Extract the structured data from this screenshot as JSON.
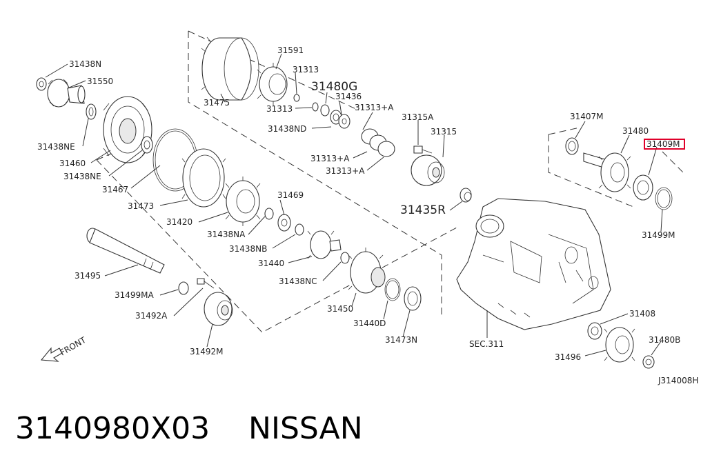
{
  "labels": {
    "l_31438N": "31438N",
    "l_31550": "31550",
    "l_31438NE": "31438NE",
    "l_31460": "31460",
    "l_31438NE_b": "31438NE",
    "l_31467": "31467",
    "l_31473": "31473",
    "l_31475": "31475",
    "l_31591": "31591",
    "l_31313_a": "31313",
    "l_31313_b": "31313",
    "l_31480G": "31480G",
    "l_31436": "31436",
    "l_31313A_top": "31313+A",
    "l_31438ND": "31438ND",
    "l_31313A_mid": "31313+A",
    "l_31313A_bot": "31313+A",
    "l_31315A": "31315A",
    "l_31315": "31315",
    "l_31420": "31420",
    "l_31469": "31469",
    "l_31438NA": "31438NA",
    "l_31438NB": "31438NB",
    "l_31440": "31440",
    "l_31435R": "31435R",
    "l_31495": "31495",
    "l_31438NC": "31438NC",
    "l_31499MA": "31499MA",
    "l_31450": "31450",
    "l_31492A": "31492A",
    "l_31440D": "31440D",
    "l_31473N": "31473N",
    "l_31492M": "31492M",
    "l_SEC311": "SEC.311",
    "l_31407M": "31407M",
    "l_31480": "31480",
    "l_31409M": "31409M",
    "l_31499M": "31499M",
    "l_31408": "31408",
    "l_31480B": "31480B",
    "l_31496": "31496",
    "l_front": "FRONT",
    "l_ref": "J314008H"
  },
  "caption": {
    "part_number": "3140980X03",
    "brand": "NISSAN"
  },
  "highlight_color": "#e0002a"
}
